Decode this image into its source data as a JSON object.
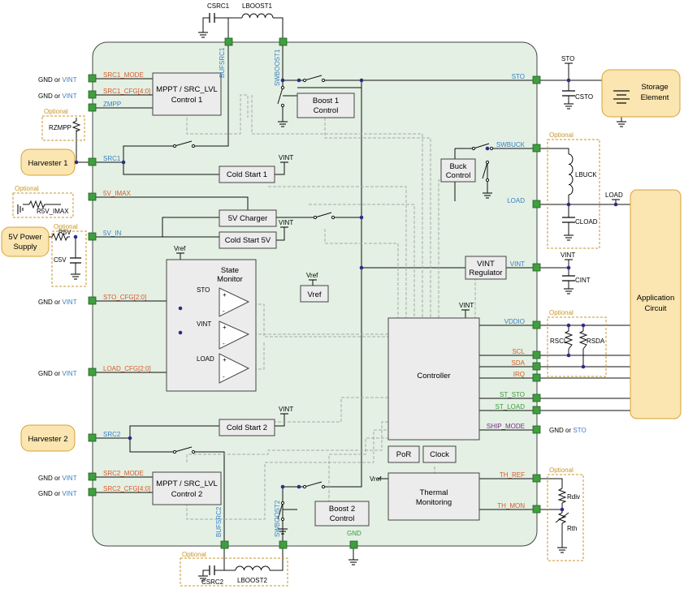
{
  "colors": {
    "chip_fill": "#e3f0e3",
    "pin_fill": "#3f9f3f",
    "block_fill": "#ececec",
    "external_fill": "#fbe5b0",
    "external_border": "#d6a434",
    "optional_border": "#c9962a",
    "optional_text": "#c9962a",
    "signal_blue": "#3b7fc4",
    "signal_orange": "#d65a2a",
    "signal_green": "#3a9a3a",
    "signal_purple": "#7a2a8a",
    "wire": "#111111",
    "dashed": "#aaaaaa",
    "net_dot": "#2b2b8a"
  },
  "common": {
    "gnd": "GND",
    "or": "or",
    "vint": "VINT",
    "sto": "STO",
    "optional": "Optional",
    "vref": "Vref"
  },
  "external": {
    "harvester1": "Harvester 1",
    "harvester2": "Harvester 2",
    "power_supply_line1": "5V Power",
    "power_supply_line2": "Supply",
    "storage_line1": "Storage",
    "storage_line2": "Element",
    "app_line1": "Application",
    "app_line2": "Circuit"
  },
  "blocks": {
    "mppt1_line1": "MPPT / SRC_LVL",
    "mppt1_line2": "Control 1",
    "mppt2_line1": "MPPT / SRC_LVL",
    "mppt2_line2": "Control 2",
    "boost1_line1": "Boost 1",
    "boost1_line2": "Control",
    "boost2_line1": "Boost 2",
    "boost2_line2": "Control",
    "buck_line1": "Buck",
    "buck_line2": "Control",
    "cold_start1": "Cold Start 1",
    "cold_start2": "Cold Start 2",
    "cold_start5v": "Cold Start 5V",
    "charger5v": "5V Charger",
    "vint_reg_line1": "VINT",
    "vint_reg_line2": "Regulator",
    "state_mon_line1": "State",
    "state_mon_line2": "Monitor",
    "vref_block": "Vref",
    "controller": "Controller",
    "por": "PoR",
    "clock": "Clock",
    "thermal_line1": "Thermal",
    "thermal_line2": "Monitoring"
  },
  "comparators": [
    "STO",
    "VINT",
    "LOAD"
  ],
  "pins_left": {
    "src1_mode": "SRC1_MODE",
    "src1_cfg": "SRC1_CFG[4:0]",
    "zmpp": "ZMPP",
    "src1": "SRC1",
    "v5_imax": "5V_IMAX",
    "v5_in": "5V_IN",
    "sto_cfg": "STO_CFG[2:0]",
    "load_cfg": "LOAD_CFG[2:0]",
    "src2": "SRC2",
    "src2_mode": "SRC2_MODE",
    "src2_cfg": "SRC2_CFG[4:0]"
  },
  "pins_right": {
    "sto": "STO",
    "swbuck": "SWBUCK",
    "load": "LOAD",
    "vint": "VINT",
    "vddio": "VDDIO",
    "scl": "SCL",
    "sda": "SDA",
    "irq": "IRQ",
    "st_sto": "ST_STO",
    "st_load": "ST_LOAD",
    "ship_mode": "SHIP_MODE",
    "th_ref": "TH_REF",
    "th_mon": "TH_MON"
  },
  "pins_top": {
    "bufsrc1": "BUFSRC1",
    "swboost1": "SWBOOST1"
  },
  "pins_bottom": {
    "bufsrc2": "BUFSRC2",
    "swboost2": "SWBOOST2",
    "gnd": "GND"
  },
  "components": {
    "csrc1": "CSRC1",
    "lboost1": "LBOOST1",
    "csrc2": "CSRC2",
    "lboost2": "LBOOST2",
    "rzmpp": "RZMPP",
    "r5v_imax": "R5V_IMAX",
    "r5v": "R5V",
    "c5v": "C5V",
    "csto": "CSTO",
    "lbuck": "LBUCK",
    "cload": "CLOAD",
    "cint": "CINT",
    "rscl": "RSCL",
    "rsda": "RSDA",
    "rdiv": "Rdiv",
    "rth": "Rth"
  },
  "net_labels": {
    "sto": "STO",
    "load": "LOAD",
    "vint": "VINT"
  }
}
